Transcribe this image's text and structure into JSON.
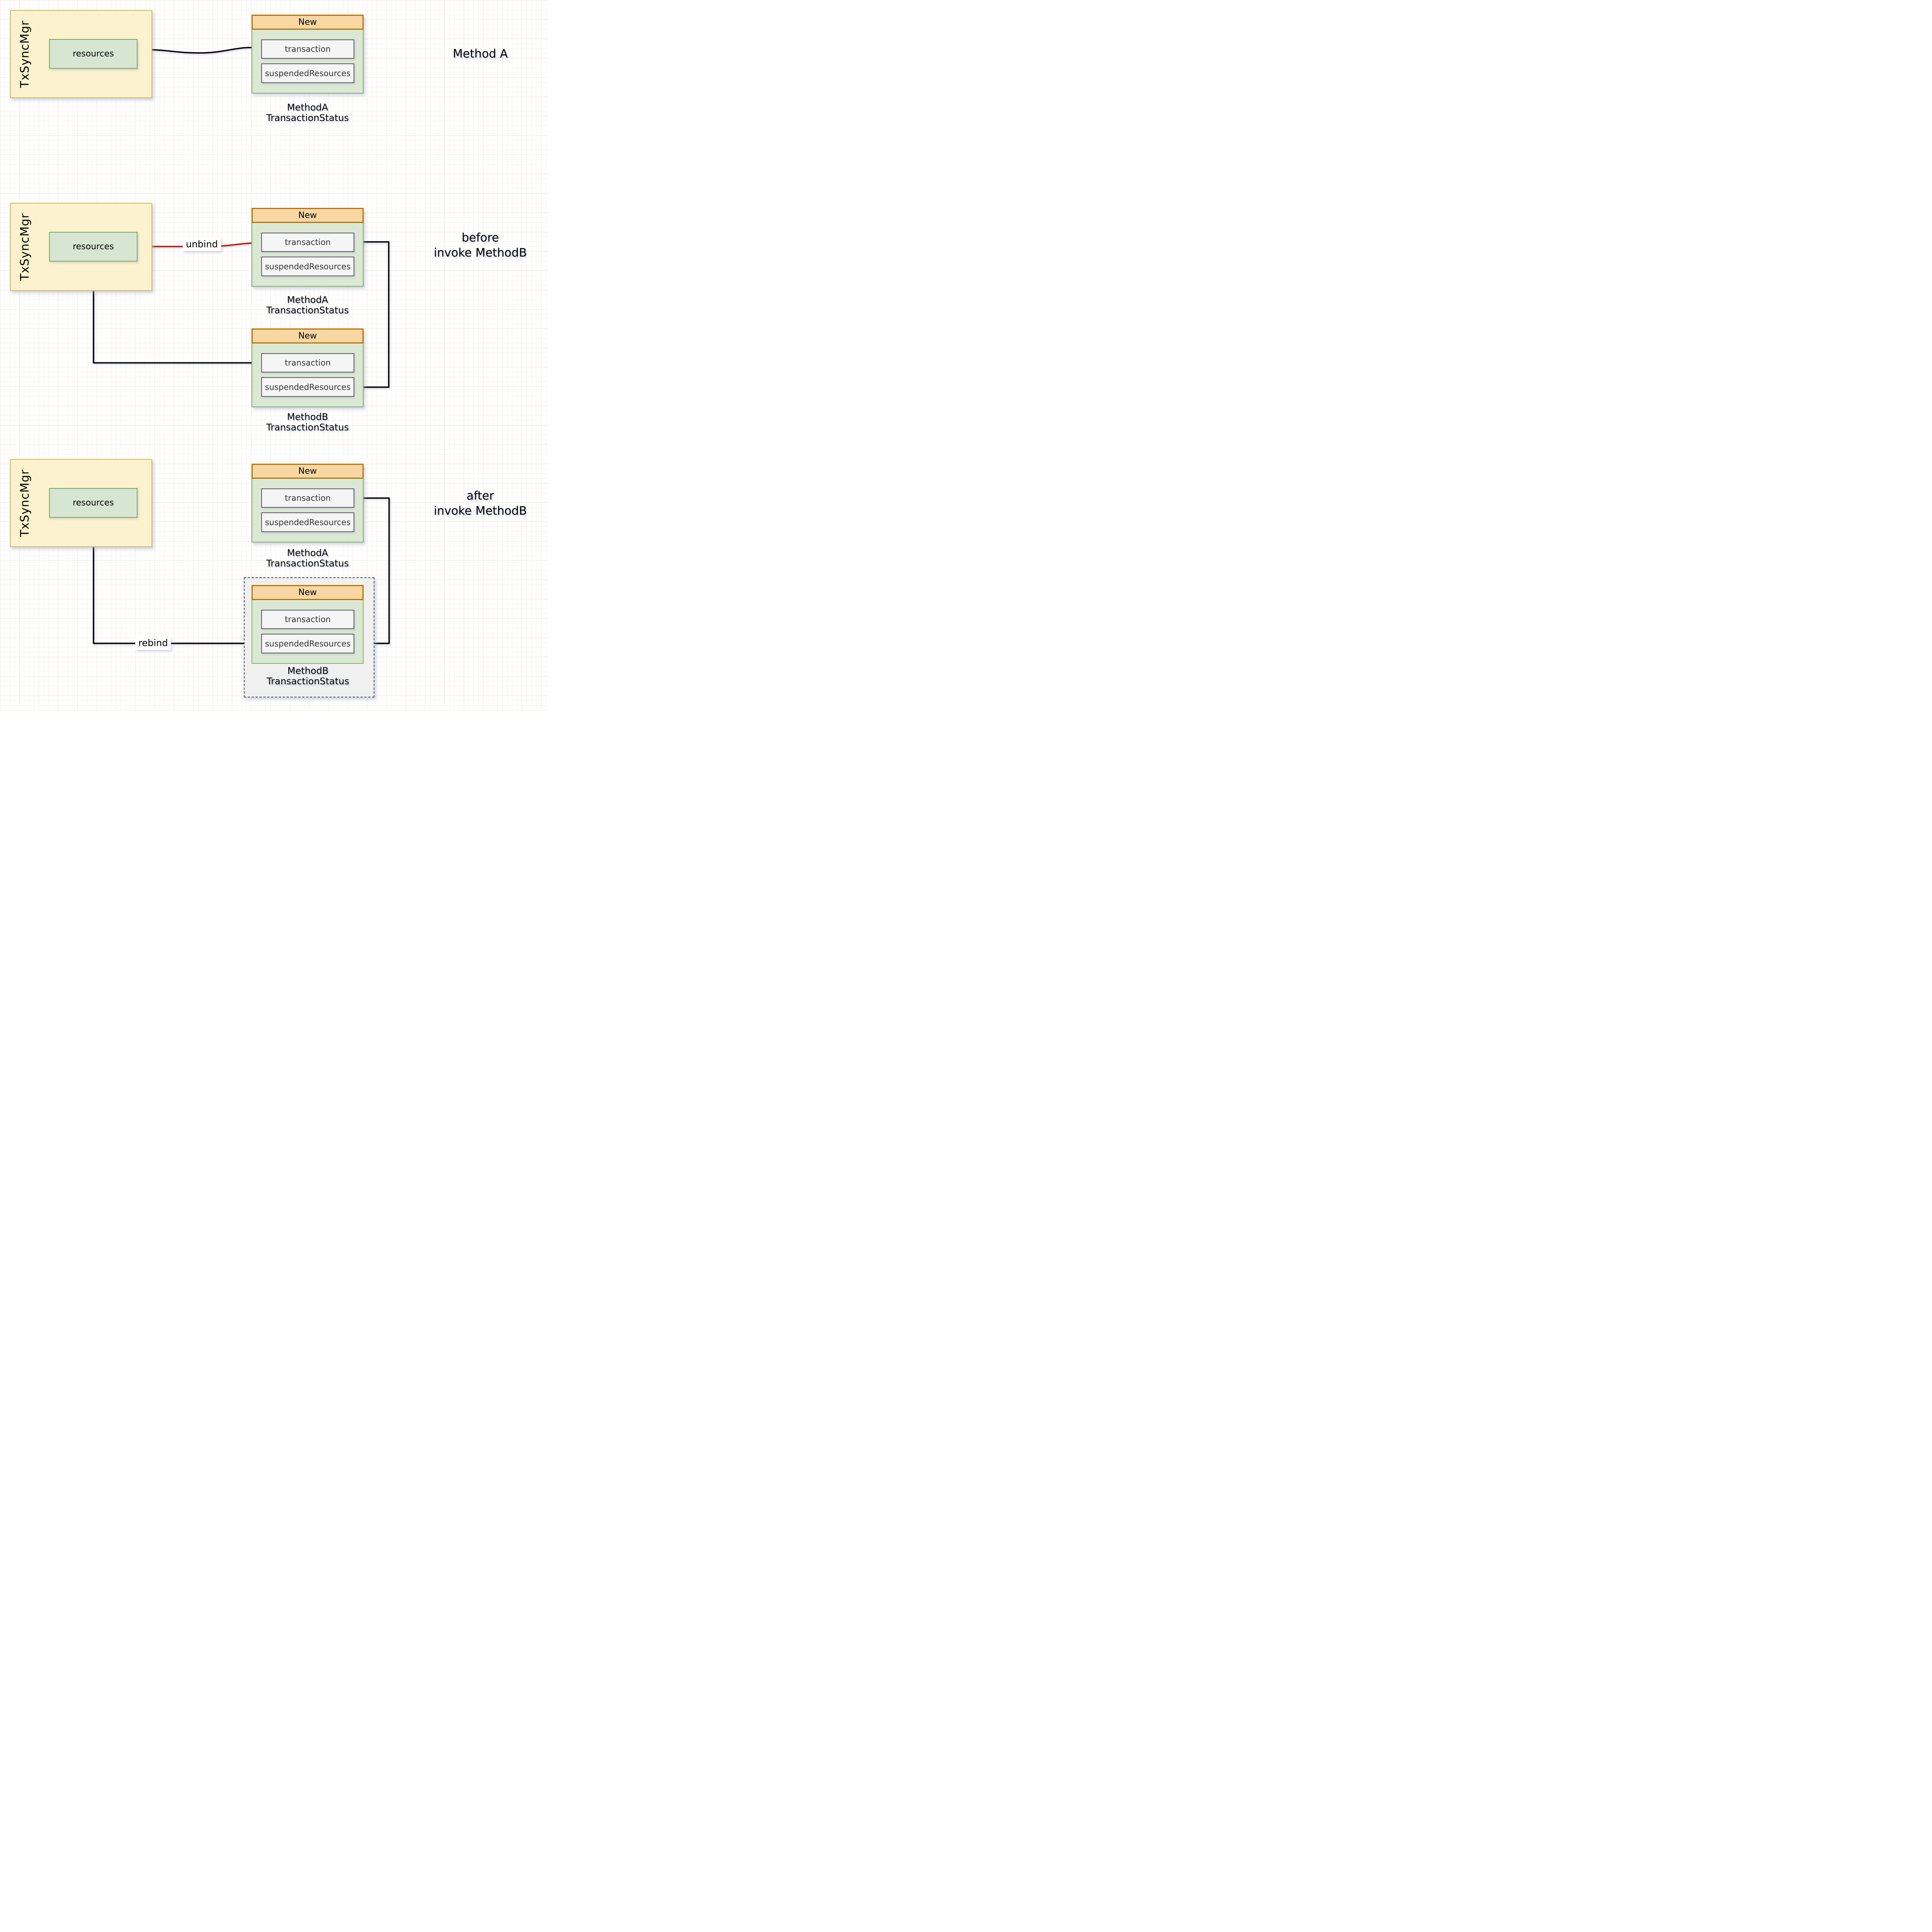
{
  "sections": [
    {
      "id": "method-a",
      "title_lines": [
        "Method A",
        ""
      ],
      "manager": {
        "title": "TxSyncMgr",
        "resource": "resources"
      },
      "status_boxes": [
        {
          "id": "methoda",
          "header": "New",
          "fields": [
            "transaction",
            "suspendedResources"
          ],
          "caption_lines": [
            "MethodA",
            "TransactionStatus"
          ]
        }
      ],
      "connectors": [
        {
          "from": "MethodA.transaction",
          "to": "TxSyncMgr.resources",
          "color": "#000000",
          "style": "curved-arrow"
        }
      ]
    },
    {
      "id": "before-invoke-methodb",
      "title_lines": [
        "before",
        "invoke MethodB"
      ],
      "manager": {
        "title": "TxSyncMgr",
        "resource": "resources"
      },
      "status_boxes": [
        {
          "id": "methoda",
          "header": "New",
          "fields": [
            "transaction",
            "suspendedResources"
          ],
          "caption_lines": [
            "MethodA",
            "TransactionStatus"
          ]
        },
        {
          "id": "methodb",
          "header": "New",
          "fields": [
            "transaction",
            "suspendedResources"
          ],
          "caption_lines": [
            "MethodB",
            "TransactionStatus"
          ]
        }
      ],
      "edge_label": "unbind",
      "connectors": [
        {
          "from": "MethodA.transaction",
          "to": "TxSyncMgr.resources",
          "color": "#B81500",
          "label": "unbind",
          "style": "curved-arrow"
        },
        {
          "from": "MethodB.transaction",
          "to": "TxSyncMgr.resources",
          "color": "#000000",
          "style": "elbow-arrow"
        },
        {
          "from": "MethodB.suspendedResources",
          "to": "MethodA.transaction",
          "color": "#000000",
          "style": "elbow-arrow"
        }
      ]
    },
    {
      "id": "after-invoke-methodb",
      "title_lines": [
        "after",
        "invoke MethodB"
      ],
      "manager": {
        "title": "TxSyncMgr",
        "resource": "resources"
      },
      "status_boxes": [
        {
          "id": "methoda",
          "header": "New",
          "fields": [
            "transaction",
            "suspendedResources"
          ],
          "caption_lines": [
            "MethodA",
            "TransactionStatus"
          ]
        },
        {
          "id": "methodb",
          "header": "New",
          "dashed_container": true,
          "fields": [
            "transaction",
            "suspendedResources"
          ],
          "caption_lines": [
            "MethodB",
            "TransactionStatus"
          ]
        }
      ],
      "edge_label": "rebind",
      "connectors": [
        {
          "from": "MethodB.suspendedResources",
          "to": "TxSyncMgr.resources",
          "color": "#000000",
          "label": "rebind",
          "style": "elbow-arrow"
        },
        {
          "from": "MethodB.suspendedResources",
          "to": "MethodA.transaction",
          "color": "#000000",
          "style": "elbow-arrow"
        }
      ]
    }
  ],
  "colors": {
    "manager_fill": "#FCF2CE",
    "manager_border": "#D9B84E",
    "status_fill": "#DBE8D4",
    "status_border": "#84AF68",
    "header_fill": "#F8D7A5",
    "header_border": "#B87300",
    "field_fill": "#F5F5F5",
    "field_border": "#5C5C5C",
    "resource_fill": "#D7E6D3",
    "resource_border": "#79A65C",
    "dashed_fill": "#F0F0F0",
    "dashed_border": "#4F4F4F",
    "arrow_black": "#000000",
    "arrow_red": "#B81500",
    "grid_major": "#EFE7E1",
    "grid_minor": "#F8F3EF"
  }
}
